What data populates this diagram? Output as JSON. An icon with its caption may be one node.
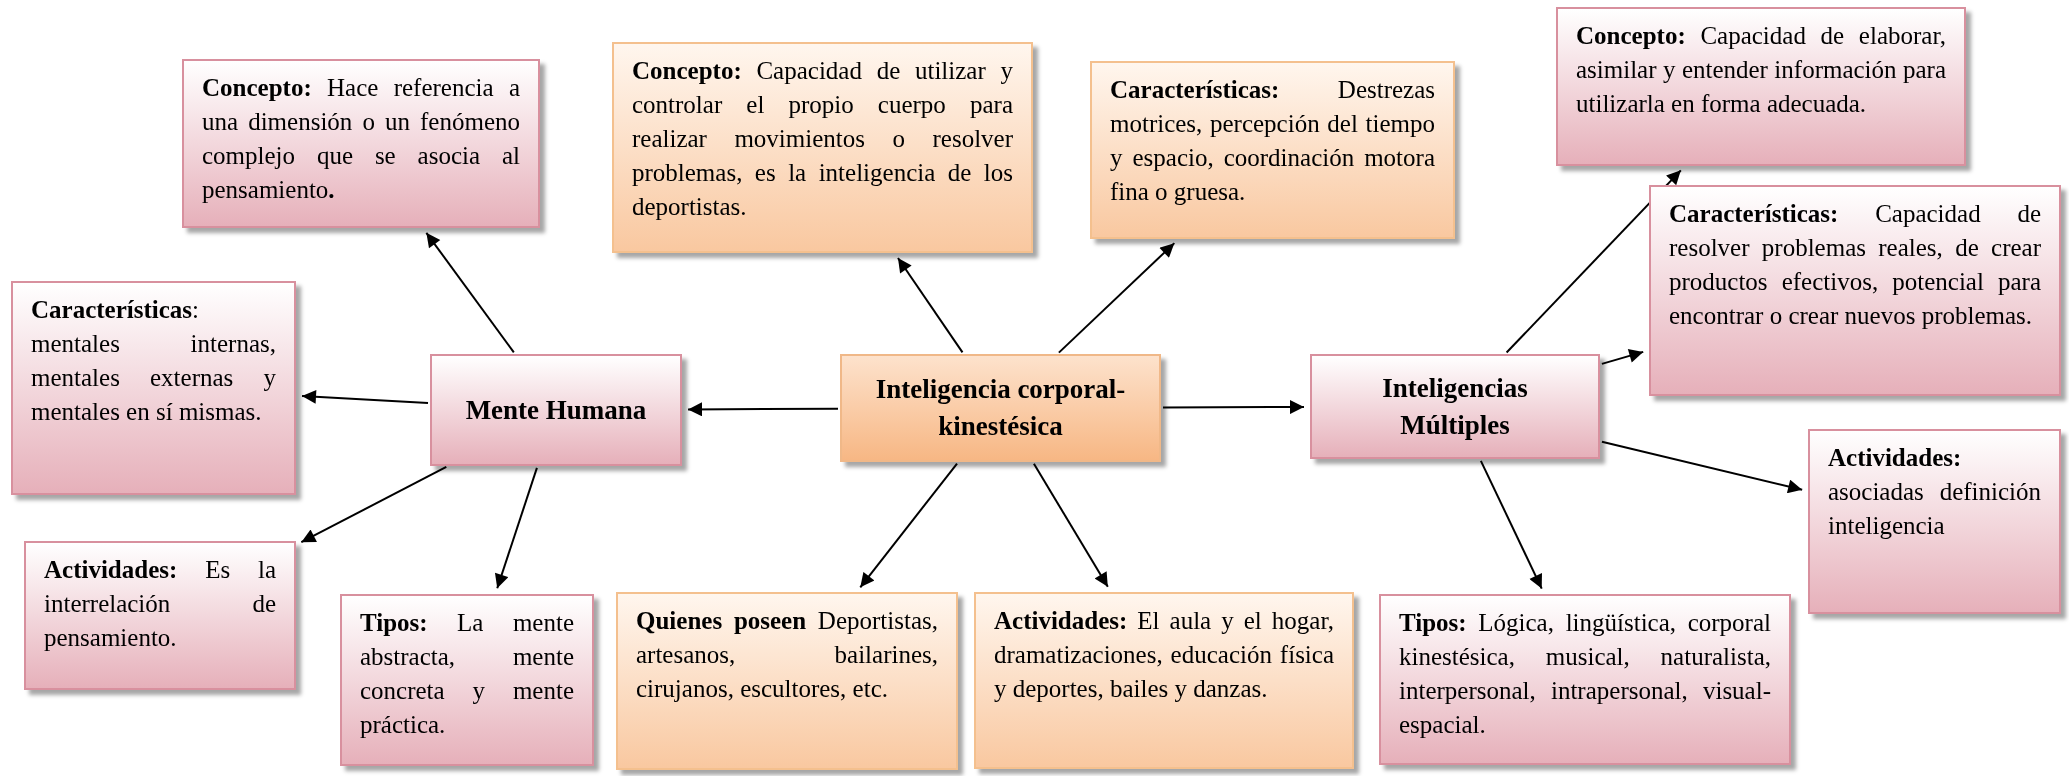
{
  "diagram": {
    "nodes": [
      {
        "text": [
          "Inteligencia corporal-kinestésica"
        ]
      },
      {
        "text": [
          "Mente Humana"
        ]
      },
      {
        "text": [
          "Inteligencias Múltiples"
        ]
      },
      {
        "text": [
          "**Concepto:** Hace referencia a una dimensión o un fenómeno complejo que se asocia al pensamiento**.**"
        ]
      },
      {
        "text": [
          "**Características**: mentales internas, mentales externas y mentales en sí mismas."
        ]
      },
      {
        "text": [
          "**Actividades:** Es la interrelación de pensamiento."
        ]
      },
      {
        "text": [
          "**Tipos:** La mente abstracta, mente concreta y mente práctica."
        ]
      },
      {
        "text": [
          "**Concepto:** Capacidad de utilizar y controlar el propio cuerpo para realizar movimientos o resolver problemas, es la inteligencia de los deportistas."
        ]
      },
      {
        "text": [
          "**Características:** Destrezas motrices, percepción del tiempo y espacio, coordinación motora fina o gruesa."
        ]
      },
      {
        "text": [
          "**Quienes poseen** Deportistas, artesanos, bailarines, cirujanos, escultores, etc."
        ]
      },
      {
        "text": [
          "**Actividades:** El aula y el hogar, dramatizaciones, educación física y deportes, bailes y danzas."
        ]
      },
      {
        "text": [
          "**Concepto:** Capacidad de elaborar, asimilar y entender información para utilizarla en forma adecuada."
        ]
      },
      {
        "text": [
          "**Características:** Capacidad de resolver problemas reales, de crear productos efectivos, potencial para encontrar o crear nuevos problemas."
        ]
      },
      {
        "text": [
          "**Actividades:**",
          "asociadas definición inteligencia"
        ]
      },
      {
        "text": [
          "**Tipos:** Lógica, lingüística, corporal kinestésica, musical, naturalista, interpersonal, intrapersonal, visual-espacial."
        ]
      }
    ],
    "edges": [
      {
        "from": 0,
        "to": 1,
        "arrow": "to"
      },
      {
        "from": 0,
        "to": 2,
        "arrow": "to"
      },
      {
        "from": 0,
        "to": 7,
        "arrow": "to"
      },
      {
        "from": 0,
        "to": 8,
        "arrow": "to"
      },
      {
        "from": 0,
        "to": 9,
        "arrow": "to"
      },
      {
        "from": 0,
        "to": 10,
        "arrow": "to"
      },
      {
        "from": 1,
        "to": 3,
        "arrow": "to"
      },
      {
        "from": 1,
        "to": 4,
        "arrow": "to"
      },
      {
        "from": 1,
        "to": 5,
        "arrow": "to"
      },
      {
        "from": 1,
        "to": 6,
        "arrow": "to"
      },
      {
        "from": 2,
        "to": 11,
        "arrow": "to"
      },
      {
        "from": 2,
        "to": 12,
        "arrow": "to"
      },
      {
        "from": 2,
        "to": 13,
        "arrow": "to"
      },
      {
        "from": 2,
        "to": 14,
        "arrow": "to"
      }
    ]
  }
}
